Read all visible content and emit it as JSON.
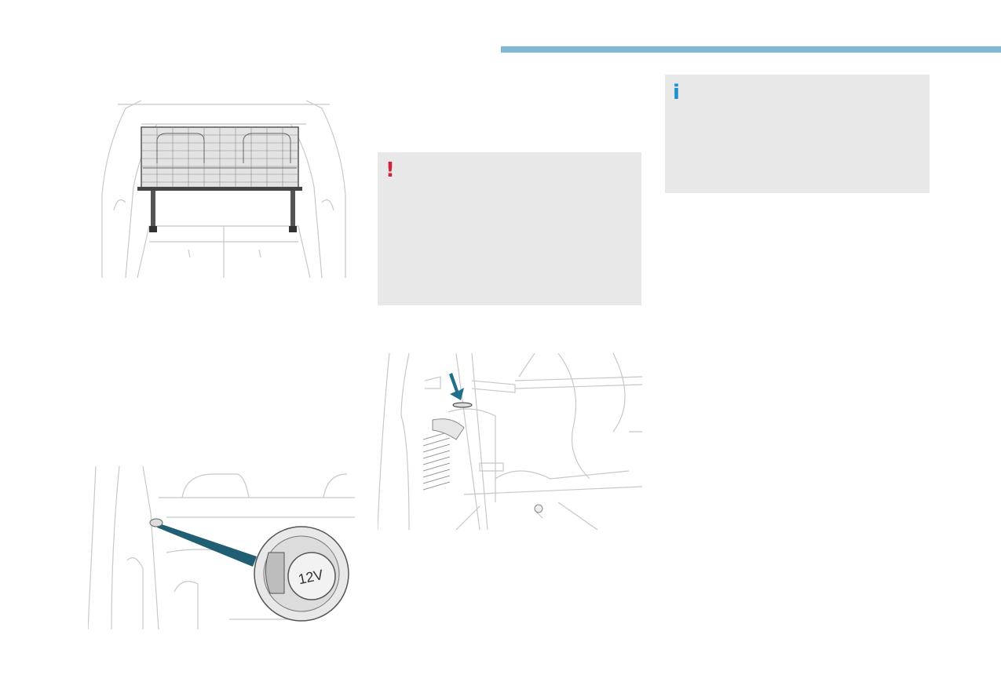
{
  "header": {
    "accent_color": "#7fb8d6"
  },
  "warning_box": {
    "icon": "!",
    "icon_color": "#d6213a",
    "background": "#e8e8e8"
  },
  "info_box": {
    "icon": "i",
    "icon_color": "#1f8fd0",
    "background": "#e8e8e8"
  },
  "illustrations": {
    "boot_net": {
      "description_icon": "luggage-net-illustration"
    },
    "socket": {
      "label": "12V",
      "description_icon": "12v-socket-illustration"
    },
    "anchor": {
      "description_icon": "boot-anchor-illustration",
      "arrow_color": "#1f6f8b"
    }
  }
}
